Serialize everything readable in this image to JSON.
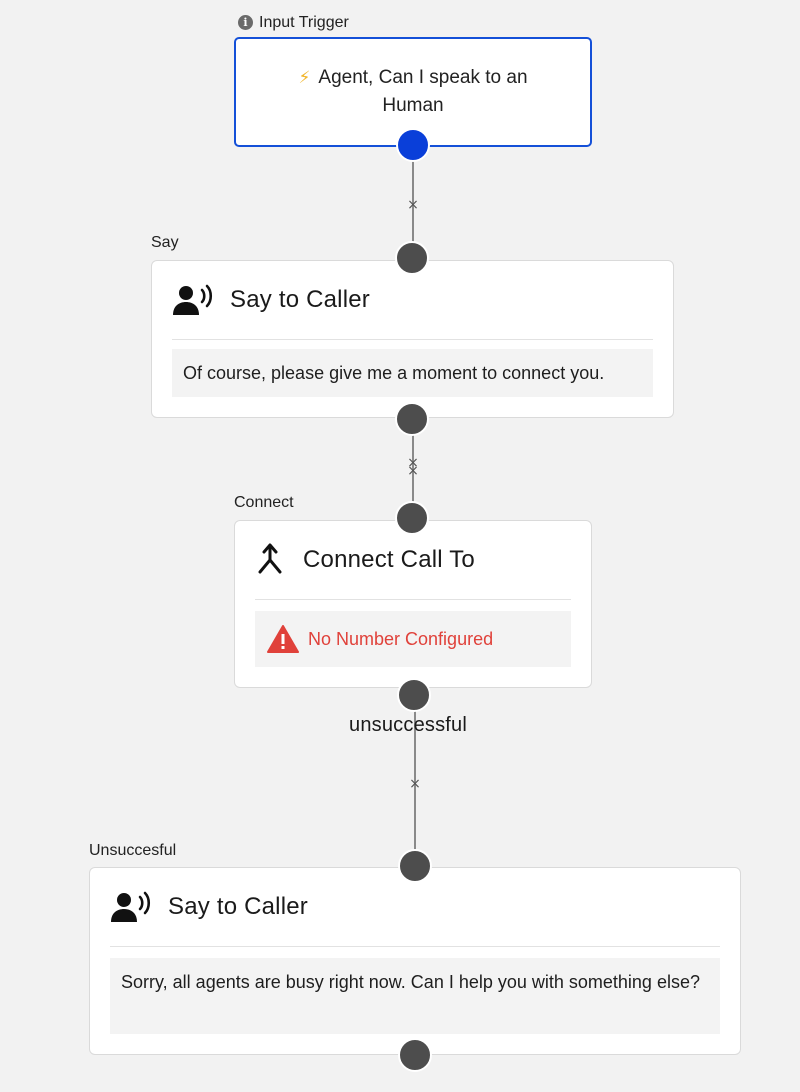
{
  "trigger": {
    "label": "Input Trigger",
    "text": "Agent, Can I speak to an Human"
  },
  "say_step": {
    "label": "Say",
    "title": "Say to Caller",
    "message": "Of course, please give me a moment to connect you."
  },
  "connect_step": {
    "label": "Connect",
    "title": "Connect Call To",
    "warning": "No Number Configured"
  },
  "branch": {
    "label": "unsuccessful"
  },
  "unsuccessful_step": {
    "label": "Unsuccesful",
    "title": "Say to Caller",
    "message": "Sorry, all agents are busy right now. Can I help you with something else?"
  },
  "connector_remove_glyph": "×",
  "colors": {
    "active_node": "#0a3fd9",
    "node": "#4d4d4d",
    "warning": "#e0413a",
    "trigger_border": "#1450d8",
    "bolt": "#f2b72e"
  },
  "icons": {
    "trigger": "lightning-bolt-icon",
    "say": "speaking-person-icon",
    "connect": "merge-arrow-icon",
    "warning": "warning-triangle-icon",
    "info": "info-icon"
  }
}
